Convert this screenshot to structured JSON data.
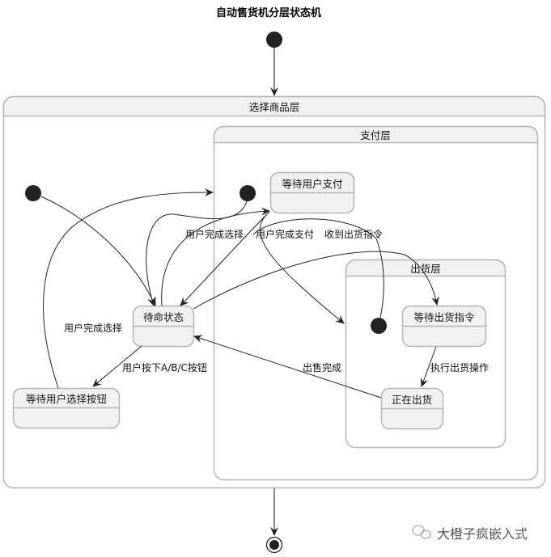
{
  "title": "自动售货机分层状态机",
  "composites": {
    "select": {
      "name": "选择商品层"
    },
    "pay": {
      "name": "支付层"
    },
    "ship": {
      "name": "出货层"
    }
  },
  "states": {
    "idle": "待命状态",
    "wait_select": "等待用户选择按钮",
    "wait_pay": "等待用户支付",
    "wait_ship_cmd": "等待出货指令",
    "shipping": "正在出货"
  },
  "transitions": {
    "press_button": "用户按下A/B/C按钮",
    "select_done_left": "用户完成选择",
    "select_done_mid": "用户完成选择",
    "pay_done": "用户完成支付",
    "receive_cmd": "收到出货指令",
    "exec_ship": "执行出货操作",
    "sale_done": "出售完成"
  },
  "watermark": "大橙子疯嵌入式",
  "colors": {
    "state_fill": "#f1f1f1",
    "border": "#b5b5b5",
    "line": "#222222",
    "node": "#222222"
  }
}
